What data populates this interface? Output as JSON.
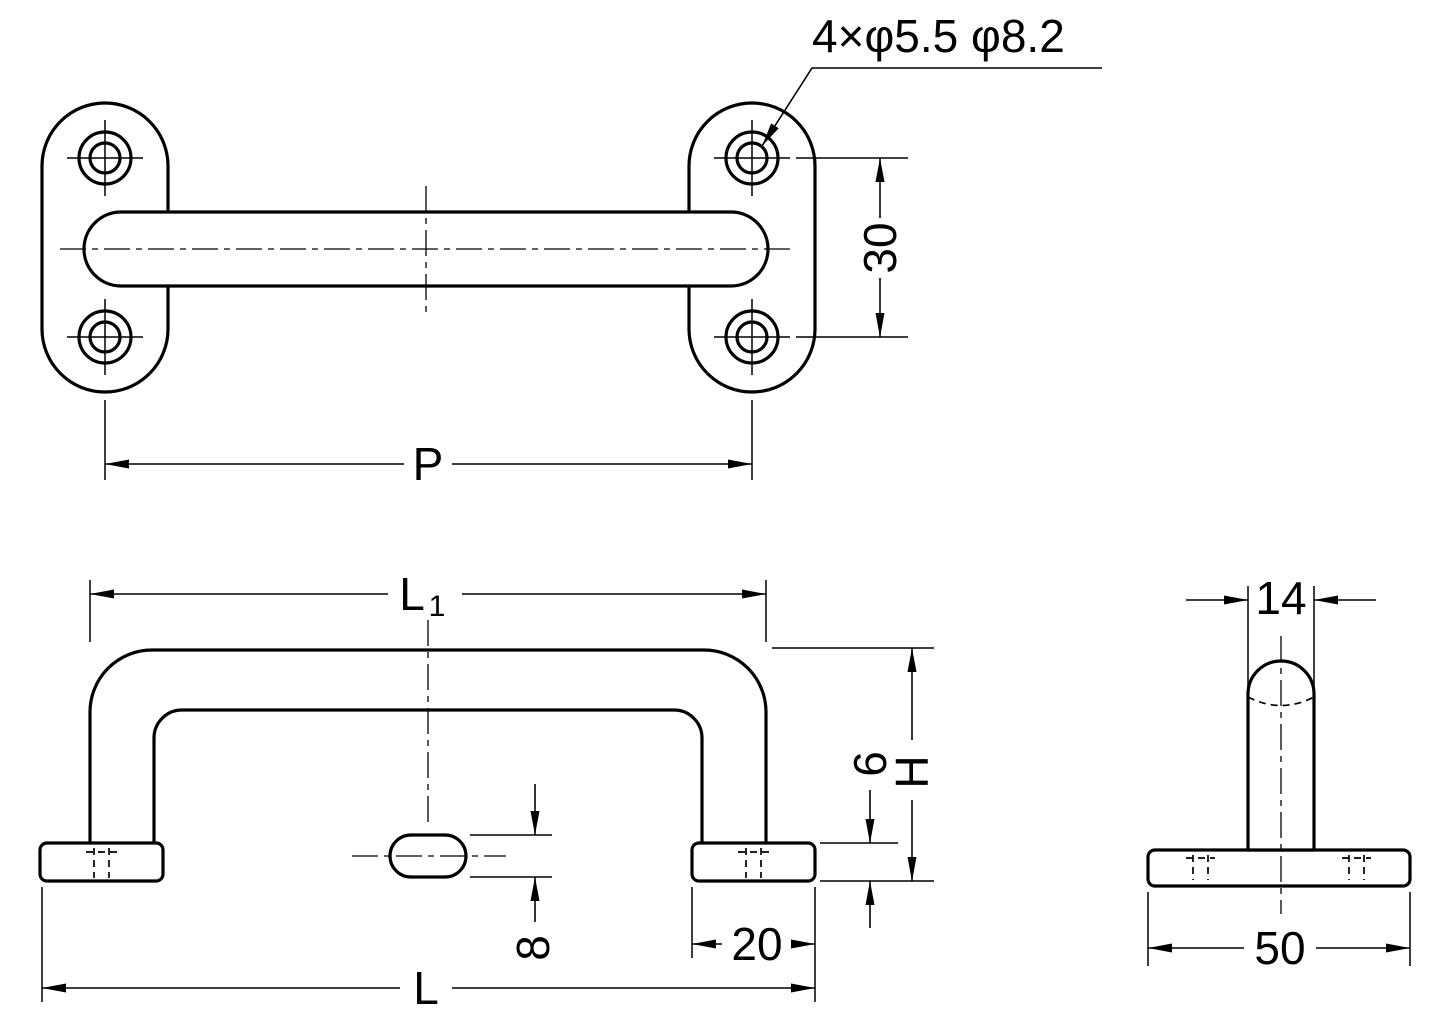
{
  "drawing": {
    "title_hint": "handle technical drawing",
    "colors": {
      "background": "#ffffff",
      "line": "#000000",
      "slot_fill": "#c8c8c8"
    },
    "labels": {
      "hole_spec": "4×φ5.5 φ8.2",
      "hole_spacing": "30",
      "pitch": "P",
      "grip_span_main": "L",
      "grip_span_sub": "1",
      "base_thickness": "6",
      "overall_height": "H",
      "slot_height": "8",
      "foot_width": "20",
      "overall_length": "L",
      "post_width": "14",
      "base_width": "50"
    }
  }
}
